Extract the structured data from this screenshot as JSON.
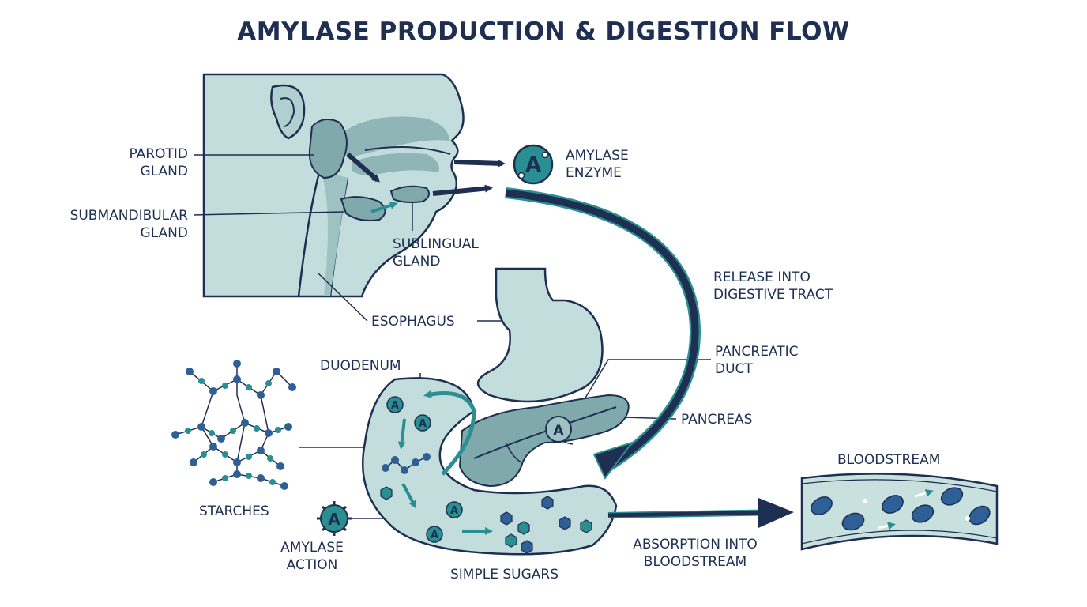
{
  "title": "AMYLASE PRODUCTION & DIGESTION FLOW",
  "labels": {
    "parotid": [
      "PAROTID",
      "GLAND"
    ],
    "submandibular": [
      "SUBMANDIBULAR",
      "GLAND"
    ],
    "sublingual": [
      "SUBLINGUAL",
      "GLAND"
    ],
    "amylase_enzyme": [
      "AMYLASE",
      "ENZYME"
    ],
    "esophagus": "ESOPHAGUS",
    "release": [
      "RELEASE INTO",
      "DIGESTIVE TRACT"
    ],
    "duodenum": "DUODENUM",
    "pancreatic_duct": [
      "PANCREATIC",
      "DUCT"
    ],
    "pancreas": "PANCREAS",
    "starches": "STARCHES",
    "amylase_action": [
      "AMYLASE",
      "ACTION"
    ],
    "simple_sugars": "SIMPLE SUGARS",
    "bloodstream": "BLOODSTREAM",
    "absorption": [
      "ABSORPTION INTO",
      "BLOODSTREAM"
    ]
  },
  "enzyme_symbol": "A",
  "colors": {
    "navy": "#1e2f52",
    "teal": "#2a8f92",
    "tissue": "#b9d5d5",
    "tissue_dark": "#7fa9ab",
    "vessel": "#c8e0de",
    "cell": "#2f5f97"
  }
}
